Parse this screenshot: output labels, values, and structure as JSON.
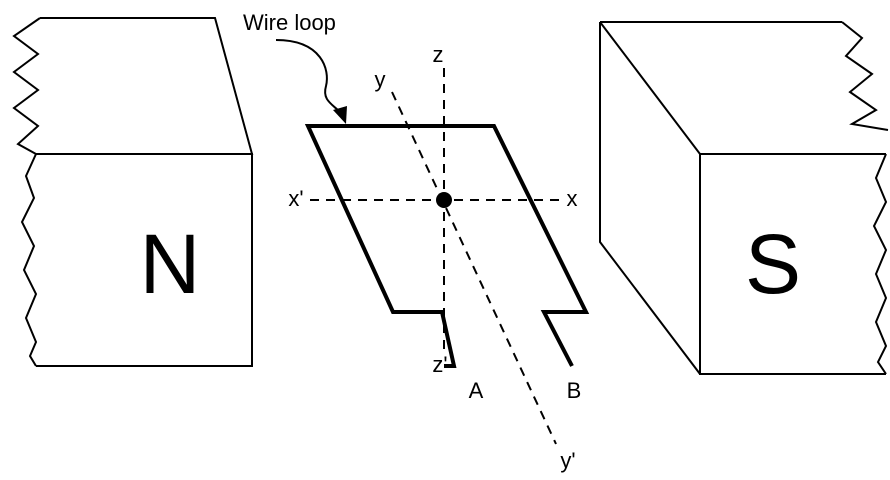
{
  "labels": {
    "wire_loop": "Wire loop",
    "north_pole": "N",
    "south_pole": "S",
    "axis_z": "z",
    "axis_z_prime": "z'",
    "axis_x": "x",
    "axis_x_prime": "x'",
    "axis_y": "y",
    "axis_y_prime": "y'",
    "terminal_a": "A",
    "terminal_b": "B"
  },
  "colors": {
    "line": "#000000",
    "background": "#ffffff"
  }
}
